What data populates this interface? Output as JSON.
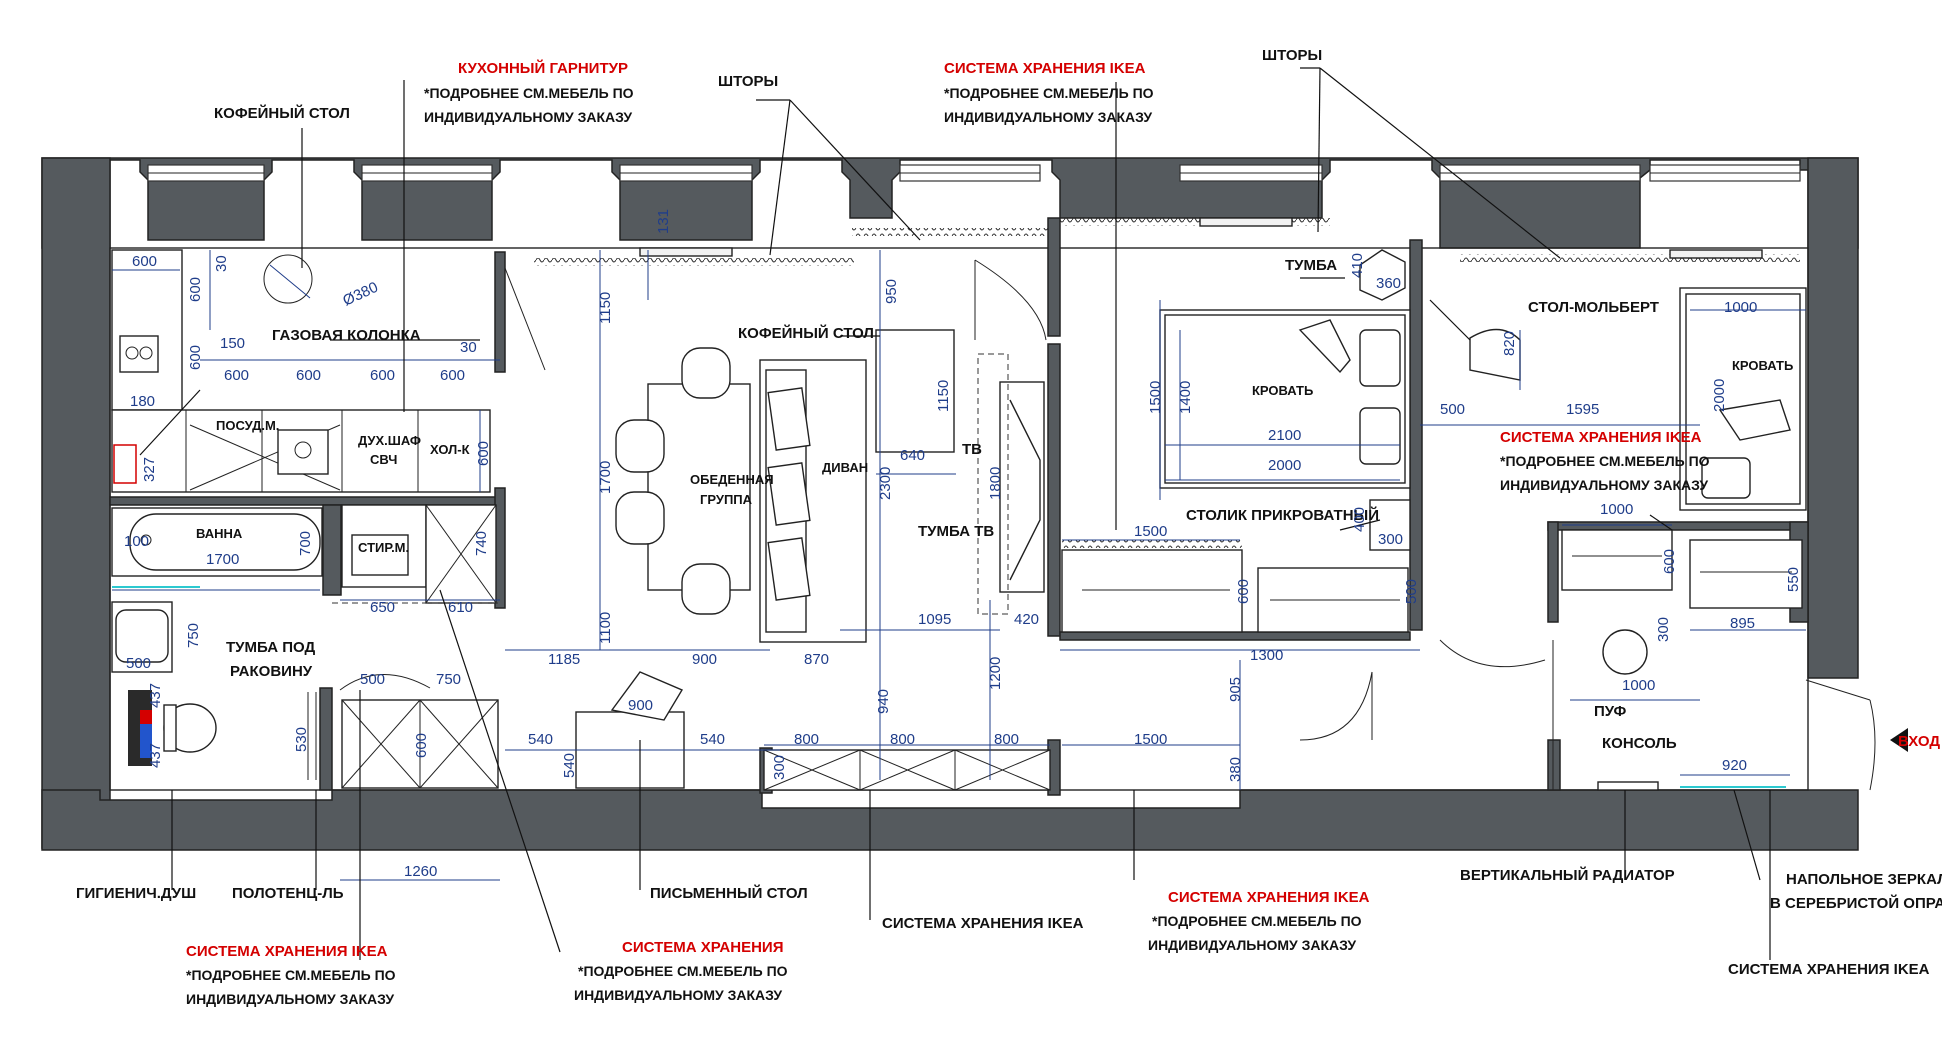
{
  "labels": {
    "coffee_table_top": "КОФЕЙНЫЙ СТОЛ",
    "kitchen_set": "КУХОННЫЙ ГАРНИТУР",
    "kitchen_note_1": "*ПОДРОБНЕЕ СМ.МЕБЕЛЬ ПО",
    "kitchen_note_2": "ИНДИВИДУАЛЬНОМУ ЗАКАЗУ",
    "curtains_1": "ШТОРЫ",
    "ikea_top": "СИСТЕМА ХРАНЕНИЯ IKEA",
    "ikea_top_note_1": "*ПОДРОБНЕЕ СМ.МЕБЕЛЬ ПО",
    "ikea_top_note_2": "ИНДИВИДУАЛЬНОМУ ЗАКАЗУ",
    "curtains_2": "ШТОРЫ",
    "gas_boiler": "ГАЗОВАЯ КОЛОНКА",
    "coffee_table_mid": "КОФЕЙНЫЙ СТОЛ",
    "nightstand_top": "ТУМБА",
    "easel_table": "СТОЛ-МОЛЬБЕРТ",
    "bed_1": "КРОВАТЬ",
    "bed_2": "КРОВАТЬ",
    "dishwasher": "ПОСУД.М.",
    "oven": "ДУХ.ШАФ",
    "microwave": "СВЧ",
    "fridge": "ХОЛ-К",
    "dining_1": "ОБЕДЕННАЯ",
    "dining_2": "ГРУППА",
    "sofa": "ДИВАН",
    "tv": "ТВ",
    "tv_stand": "ТУМБА ТВ",
    "bedside_table": "СТОЛИК ПРИКРОВАТНЫЙ",
    "ikea_right": "СИСТЕМА ХРАНЕНИЯ IKEA",
    "ikea_right_note_1": "*ПОДРОБНЕЕ СМ.МЕБЕЛЬ ПО",
    "ikea_right_note_2": "ИНДИВИДУАЛЬНОМУ ЗАКАЗУ",
    "bath": "ВАННА",
    "washer": "СТИР.М.",
    "sink_cabinet_1": "ТУМБА ПОД",
    "sink_cabinet_2": "РАКОВИНУ",
    "pouf": "ПУФ",
    "console": "КОНСОЛЬ",
    "entrance": "ВХОД",
    "hyg_shower": "ГИГИЕНИЧ.ДУШ",
    "towel_rail": "ПОЛОТЕНЦ-ЛЬ",
    "desk": "ПИСЬМЕННЫЙ СТОЛ",
    "ikea_bottom_mid": "СИСТЕМА ХРАНЕНИЯ IKEA",
    "ikea_bottom_center": "СИСТЕМА ХРАНЕНИЯ IKEA",
    "ikea_bottom_center_note_1": "*ПОДРОБНЕЕ СМ.МЕБЕЛЬ ПО",
    "ikea_bottom_center_note_2": "ИНДИВИДУАЛЬНОМУ ЗАКАЗУ",
    "vert_radiator": "ВЕРТИКАЛЬНЫЙ РАДИАТОР",
    "floor_mirror_1": "НАПОЛЬНОЕ ЗЕРКАЛО",
    "floor_mirror_2": "В СЕРЕБРИСТОЙ ОПРАВЕ",
    "ikea_bottom_left": "СИСТЕМА ХРАНЕНИЯ IKEA",
    "ikea_bottom_left_note_1": "*ПОДРОБНЕЕ СМ.МЕБЕЛЬ ПО",
    "ikea_bottom_left_note_2": "ИНДИВИДУАЛЬНОМУ ЗАКАЗУ",
    "storage_bottom": "СИСТЕМА ХРАНЕНИЯ",
    "storage_bottom_note_1": "*ПОДРОБНЕЕ СМ.МЕБЕЛЬ ПО",
    "storage_bottom_note_2": "ИНДИВИДУАЛЬНОМУ ЗАКАЗУ",
    "ikea_bottom_right": "СИСТЕМА ХРАНЕНИЯ IKEA"
  },
  "dims": {
    "d600a": "600",
    "d30a": "30",
    "d600b": "600",
    "d380": "Ø380",
    "d600c": "600",
    "d150": "150",
    "d600d": "600",
    "d600e": "600",
    "d600f": "600",
    "d30b": "30",
    "d600g": "600",
    "d180": "180",
    "d327": "327",
    "d600h": "600",
    "d131": "131",
    "d1150a": "1150",
    "d950": "950",
    "d1150b": "1150",
    "d640": "640",
    "d1700a": "1700",
    "d2300": "2300",
    "d1800": "1800",
    "d1100": "1100",
    "d1185": "1185",
    "d900a": "900",
    "d870": "870",
    "d1095": "1095",
    "d420": "420",
    "d940": "940",
    "d1200": "1200",
    "d900b": "900",
    "d540a": "540",
    "d540b": "540",
    "d540c": "540",
    "d800a": "800",
    "d800b": "800",
    "d800c": "800",
    "d300a": "300",
    "d1500a": "1500",
    "d380b": "380",
    "d410": "410",
    "d360": "360",
    "d1500b": "1500",
    "d1400": "1400",
    "d2100": "2100",
    "d2000a": "2000",
    "d400": "400",
    "d300b": "300",
    "d1500c": "1500",
    "d600i": "600",
    "d500a": "500",
    "d1300": "1300",
    "d905": "905",
    "d820": "820",
    "d500b": "500",
    "d1595": "1595",
    "d1000a": "1000",
    "d2000b": "2000",
    "d1000b": "1000",
    "d600j": "600",
    "d550": "550",
    "d895": "895",
    "d300c": "300",
    "d1000c": "1000",
    "d920": "920",
    "d100": "100",
    "d1700b": "1700",
    "d700": "700",
    "d740": "740",
    "d650": "650",
    "d610": "610",
    "d750a": "750",
    "d500c": "500",
    "d437a": "437",
    "d437b": "437",
    "d500d": "500",
    "d750b": "750",
    "d600k": "600",
    "d530": "530",
    "d1260": "1260"
  }
}
